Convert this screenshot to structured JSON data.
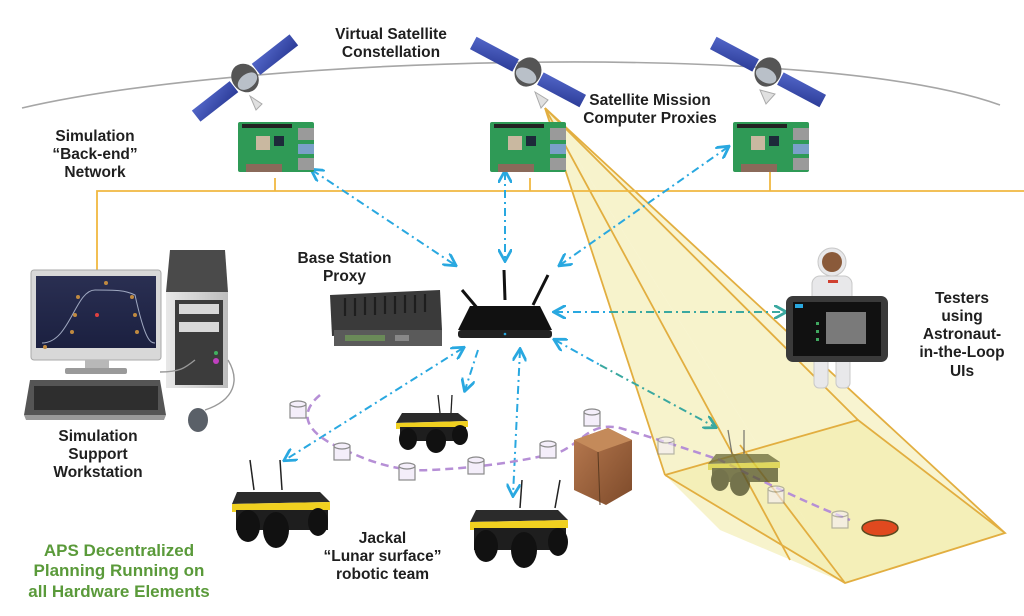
{
  "title": "APS Decentralized Planning hardware testbed",
  "labels": {
    "constellation": "Virtual Satellite\nConstellation",
    "mission_proxies": "Satellite Mission\nComputer Proxies",
    "backend_network": "Simulation\n“Back-end”\nNetwork",
    "base_station": "Base Station\nProxy",
    "workstation": "Simulation\nSupport\nWorkstation",
    "testers": "Testers\nusing\nAstronaut-\nin-the-Loop\nUIs",
    "jackal": "Jackal\n“Lunar surface”\nrobotic team",
    "footer": "APS Decentralized\nPlanning Running on\nall Hardware Elements"
  },
  "nodes": {
    "satellites": [
      "satellite-1",
      "satellite-2",
      "satellite-3"
    ],
    "mission_computers": [
      "raspberry-pi-1",
      "raspberry-pi-2",
      "raspberry-pi-3"
    ],
    "router": "wifi-router",
    "base_station": "base-station-box",
    "workstation": "desktop-computer",
    "tester": "astronaut-with-tablet",
    "rovers": [
      "jackal-rover-1",
      "jackal-rover-2",
      "jackal-rover-3",
      "jackal-rover-4"
    ]
  },
  "colors": {
    "wired_link": "#f0b840",
    "wireless_link": "#29a8e0",
    "sensor_link": "#3aa8a0",
    "rover_path": "#b68fd6",
    "sensor_footprint": "#efe89a",
    "footprint_edge": "#e0a830",
    "label_green": "#5a9a3a",
    "solar_panel": "#3b4fb0",
    "board_green": "#2f9a56",
    "target": "#e0491f"
  }
}
